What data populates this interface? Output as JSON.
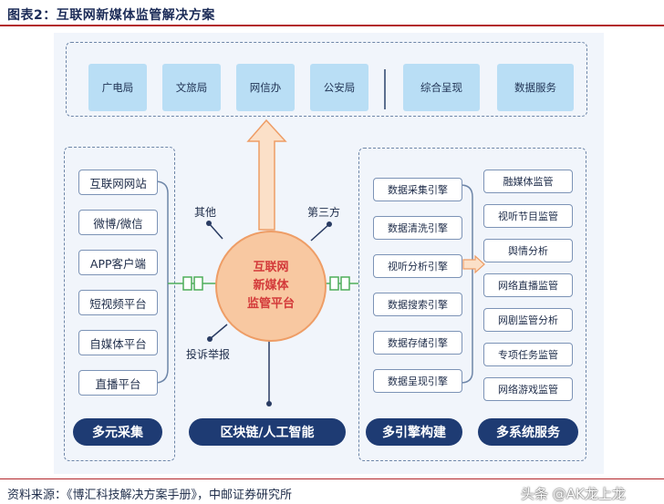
{
  "figure": {
    "title": "图表2：互联网新媒体监管解决方案",
    "source_note": "资料来源：《博汇科技解决方案手册》，中邮证券研究所",
    "watermark": "头条 @AK龙上龙"
  },
  "agencies": [
    "广电局",
    "文旅局",
    "网信办",
    "公安局"
  ],
  "services_top": [
    "综合呈现",
    "数据服务"
  ],
  "sources": [
    "互联网网站",
    "微博/微信",
    "APP客户端",
    "短视频平台",
    "自媒体平台",
    "直播平台"
  ],
  "hub": {
    "line1": "互联网",
    "line2": "新媒体",
    "line3": "监管平台"
  },
  "spokes": {
    "other": "其他",
    "third_party": "第三方",
    "complaints": "投诉举报"
  },
  "engines": [
    "数据采集引擎",
    "数据清洗引擎",
    "视听分析引擎",
    "数据搜索引擎",
    "数据存储引擎",
    "数据呈现引擎"
  ],
  "services": [
    "融媒体监管",
    "视听节目监管",
    "舆情分析",
    "网络直播监管",
    "网剧监管分析",
    "专项任务监管",
    "网络游戏监管"
  ],
  "footer_pills": [
    "多元采集",
    "区块链/人工智能",
    "多引擎构建",
    "多系统服务"
  ],
  "colors": {
    "accent_red": "#b3262b",
    "navy": "#1e3b73",
    "agency_blue": "#b9def5",
    "hub_fill": "#f8c8a1",
    "hub_text": "#d33a3a",
    "connector_green": "#4fae5a"
  }
}
